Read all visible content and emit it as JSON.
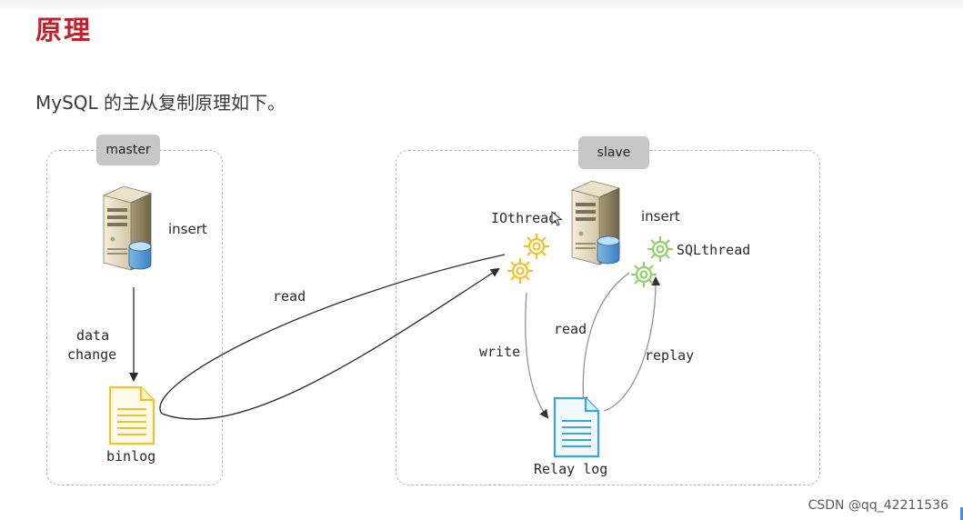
{
  "slide": {
    "title": "原理",
    "subtitle": "MySQL 的主从复制原理如下。",
    "watermark": "CSDN @qq_42211536"
  },
  "master": {
    "tag": "master",
    "server_label": "insert",
    "flow_label_line1": "data",
    "flow_label_line2": "change",
    "file_label": "binlog"
  },
  "slave": {
    "tag": "slave",
    "server_label": "insert",
    "io_thread_label": "IOthread",
    "sql_thread_label": "SQLthread",
    "write_label": "write",
    "read_label": "read",
    "replay_label": "replay",
    "file_label": "Relay log"
  },
  "cross": {
    "read_label": "read"
  },
  "icons": {
    "server": "database-server-icon",
    "io_gears": "gear-icon",
    "sql_gears": "gear-icon",
    "binlog_file": "document-icon",
    "relay_file": "document-icon"
  },
  "colors": {
    "title": "#c2202a",
    "io_gear": "#f2c12e",
    "sql_gear": "#8fd16a",
    "binlog_file": "#f2c12e",
    "relay_file": "#3aa7d8",
    "box_border": "#b9b9b9",
    "tag_bg": "#c7c7c7"
  }
}
